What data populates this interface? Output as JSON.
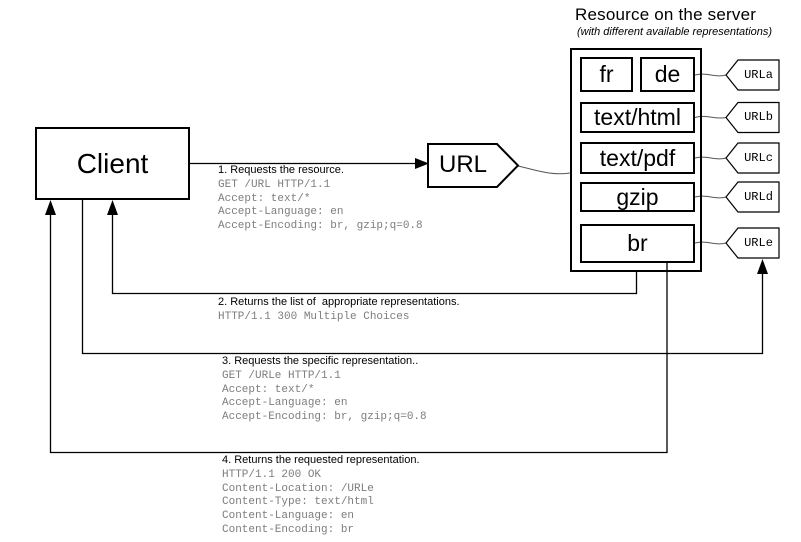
{
  "header": {
    "title": "Resource on the server",
    "subtitle": "(with different available representations)"
  },
  "client": {
    "label": "Client"
  },
  "url_node": {
    "label": "URL"
  },
  "server": {
    "representations": [
      {
        "label": "fr"
      },
      {
        "label": "de"
      },
      {
        "label": "text/html"
      },
      {
        "label": "text/pdf"
      },
      {
        "label": "gzip"
      },
      {
        "label": "br"
      }
    ]
  },
  "url_tags": [
    {
      "label": "URLa"
    },
    {
      "label": "URLb"
    },
    {
      "label": "URLc"
    },
    {
      "label": "URLd"
    },
    {
      "label": "URLe"
    }
  ],
  "steps": [
    {
      "title": "1. Requests the resource.",
      "lines": [
        "GET /URL HTTP/1.1",
        "Accept: text/*",
        "Accept-Language: en",
        "Accept-Encoding: br, gzip;q=0.8"
      ]
    },
    {
      "title": "2. Returns the list of  appropriate representations.",
      "lines": [
        "HTTP/1.1 300 Multiple Choices"
      ]
    },
    {
      "title": "3. Requests the specific representation..",
      "lines": [
        "GET /URLe HTTP/1.1",
        "Accept: text/*",
        "Accept-Language: en",
        "Accept-Encoding: br, gzip;q=0.8"
      ]
    },
    {
      "title": "4. Returns the requested representation.",
      "lines": [
        "HTTP/1.1 200 OK",
        "Content-Location: /URLe",
        "Content-Type: text/html",
        "Content-Language: en",
        "Content-Encoding: br"
      ]
    }
  ],
  "colors": {
    "line": "#000000",
    "mono_text": "#7d7d7d",
    "text": "#000000",
    "background": "#ffffff"
  }
}
